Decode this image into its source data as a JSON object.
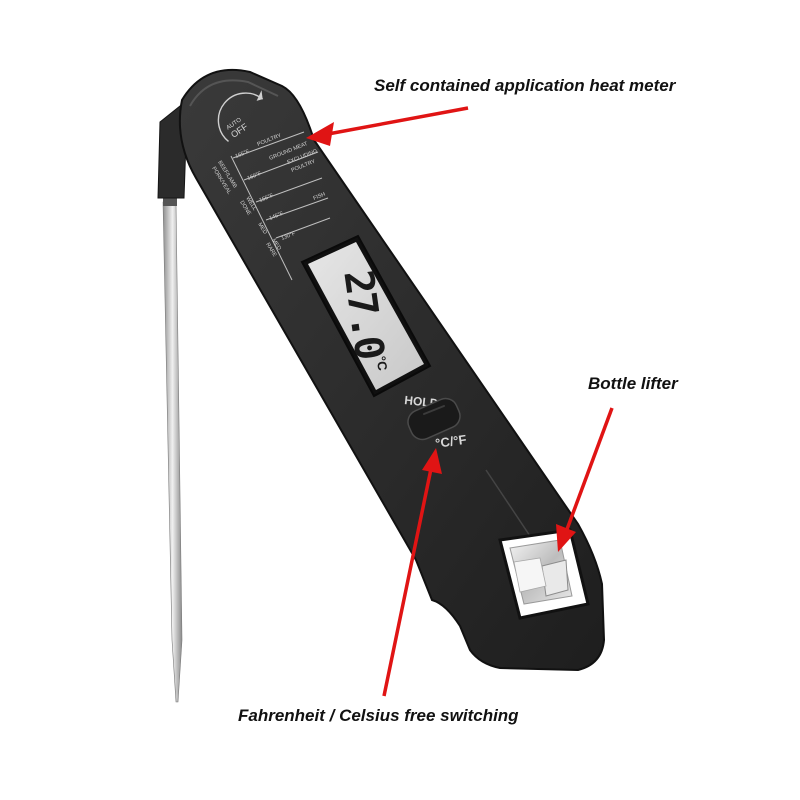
{
  "callouts": {
    "meter": "Self contained application heat meter",
    "lifter": "Bottle lifter",
    "switching": "Fahrenheit / Celsius free switching"
  },
  "device": {
    "auto_off": {
      "line1": "AUTO",
      "line2": "OFF"
    },
    "scale": {
      "poultry": "POULTRY",
      "ground_meat": "GROUND MEAT",
      "excluding": "EXCLUDING",
      "excluding_poultry": "POULTRY",
      "beef_lamb": "BEEF/LAMB",
      "pork_veal": "PORK/VEAL",
      "well_done": "WELL",
      "well_done_2": "DONE",
      "med": "MED",
      "med_rare": "MED",
      "med_rare_2": "RARE",
      "fish": "FISH",
      "t165": "165°F",
      "t160": "160°F",
      "t155": "155°F",
      "t145": "145°F",
      "t130": "130°F"
    },
    "lcd": {
      "reading": "27.0",
      "unit": "°C"
    },
    "hold_label": "HOLD",
    "unit_toggle_label": "°C/°F"
  },
  "colors": {
    "body": "#2a2a2a",
    "lcd": "#dcdcdc",
    "arrow": "#e01414",
    "probe": "#b8b8b8"
  }
}
